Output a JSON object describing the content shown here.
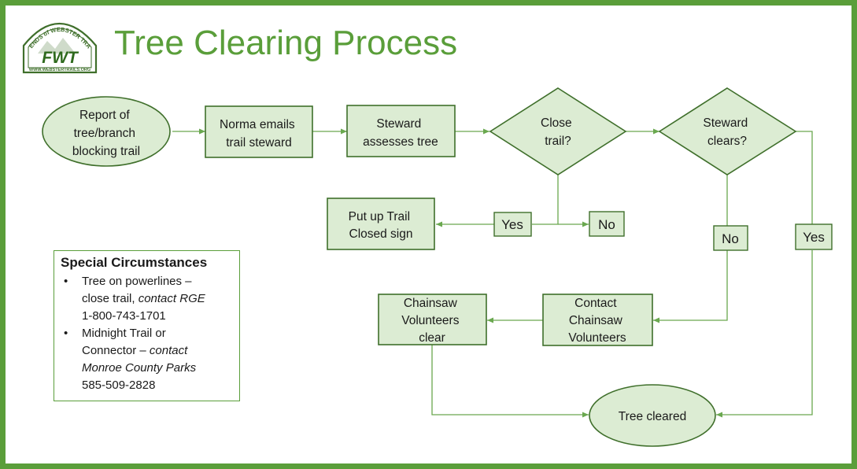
{
  "logo": {
    "arc_text": "FRIENDS of WEBSTER TRAILS",
    "initials": "FWT",
    "url": "WWW.WEBSTERTRAILS.ORG"
  },
  "title": "Tree Clearing Process",
  "nodes": {
    "report": [
      "Report of",
      "tree/branch",
      "blocking trail"
    ],
    "norma": [
      "Norma emails",
      "trail steward"
    ],
    "assess": [
      "Steward",
      "assesses tree"
    ],
    "close_q": [
      "Close",
      "trail?"
    ],
    "clears_q": [
      "Steward",
      "clears?"
    ],
    "signbox": [
      "Put up Trail",
      "Closed sign"
    ],
    "contact": [
      "Contact",
      "Chainsaw",
      "Volunteers"
    ],
    "chainsaw": [
      "Chainsaw",
      "Volunteers",
      "clear"
    ],
    "cleared": [
      "Tree cleared"
    ]
  },
  "labels": {
    "yes_close": "Yes",
    "no_close": "No",
    "no_clears": "No",
    "yes_clears": "Yes"
  },
  "special": {
    "heading": "Special Circumstances",
    "item1_lines": [
      "Tree on powerlines –",
      "close trail, ",
      "contact RGE",
      "1-800-743-1701"
    ],
    "item2_lines": [
      "Midnight Trail or",
      "Connector – ",
      "contact",
      "Monroe County Parks",
      "585-509-2828"
    ]
  },
  "colors": {
    "border": "#5a9e3a",
    "fill": "#dcecd3",
    "stroke": "#3f6f2b",
    "connector": "#6aa84f"
  }
}
